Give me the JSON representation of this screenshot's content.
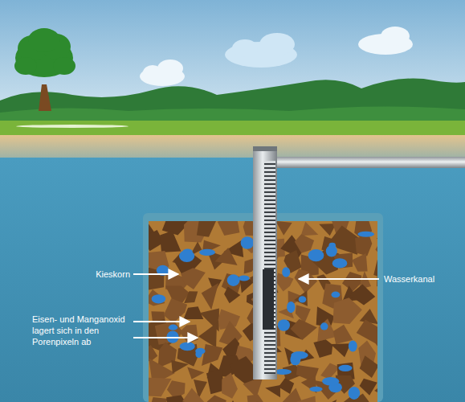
{
  "diagram": {
    "labels": [
      "Kieskorn",
      "Eisen- und Manganoxid lagert sich in den Porenpixeln ab",
      "Wasserkanal"
    ]
  }
}
